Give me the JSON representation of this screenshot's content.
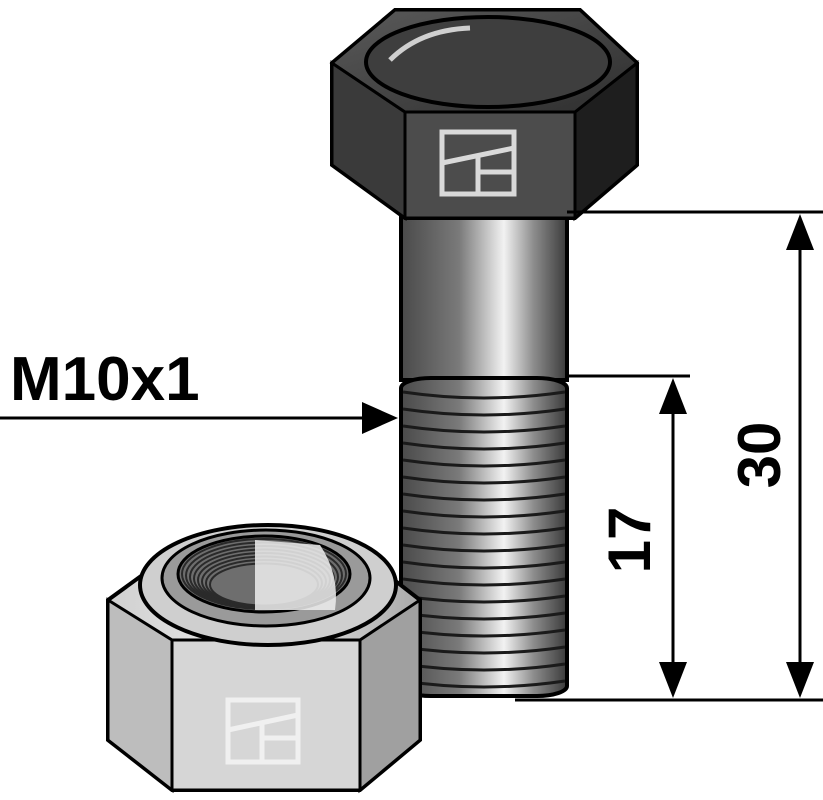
{
  "thread_label": "M10x1",
  "dimensions": {
    "total_length": "30",
    "thread_length": "17"
  },
  "icons": {
    "bolt": "hex-bolt-icon",
    "nut": "lock-nut-icon",
    "logo": "brand-logo-square-icon"
  }
}
